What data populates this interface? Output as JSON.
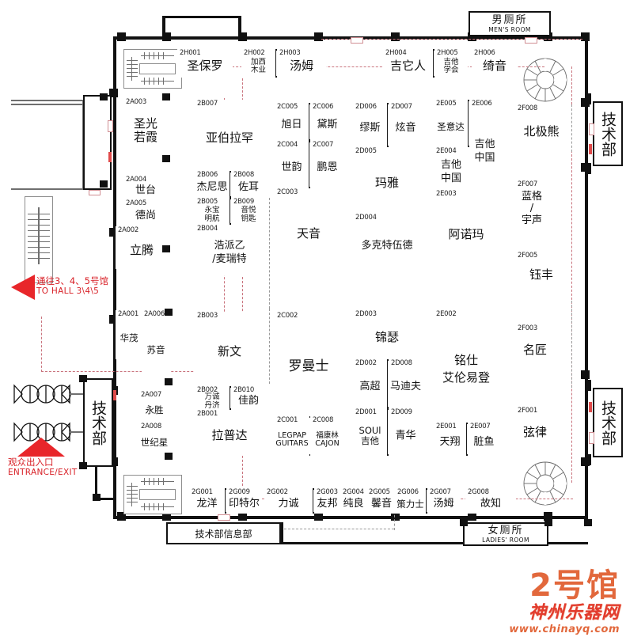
{
  "map": {
    "title": "2号馆",
    "watermark_brand": "神州乐器网",
    "watermark_url": "www.chinayq.com"
  },
  "rooms": {
    "mens_room": {
      "cn": "男厕所",
      "en": "MEN'S ROOM"
    },
    "ladies_room": {
      "cn": "女厕所",
      "en": "LADIES' ROOM"
    },
    "tech_dept_tr": "技术部",
    "tech_dept_br": "技术部",
    "tech_dept_left": "技术部",
    "tech_info_dept": "技术部信息部"
  },
  "labels": {
    "to_hall_cn": "通往3、4、5号馆",
    "to_hall_en": "TO HALL 3\\4\\5",
    "entrance_cn": "观众出入口",
    "entrance_en": "ENTRANCE/EXIT"
  },
  "booths": {
    "h": [
      {
        "code": "2H001",
        "name": "圣保罗"
      },
      {
        "code": "2H002",
        "name": "加西木业"
      },
      {
        "code": "2H003",
        "name": "汤姆"
      },
      {
        "code": "2H004",
        "name": "吉它人"
      },
      {
        "code": "2H005",
        "name": "吉他学会"
      },
      {
        "code": "2H006",
        "name": "绮音"
      }
    ],
    "a": [
      {
        "code": "2A003",
        "name": "圣光若霞"
      },
      {
        "code": "2A004",
        "name": "世台"
      },
      {
        "code": "2A005",
        "name": "德尚"
      },
      {
        "code": "2A002",
        "name": "立腾"
      },
      {
        "code": "2A001",
        "name": "华茂"
      },
      {
        "code": "2A006",
        "name": "苏音"
      },
      {
        "code": "2A007",
        "name": "永胜"
      },
      {
        "code": "2A008",
        "name": "世纪星"
      }
    ],
    "b": [
      {
        "code": "2B007",
        "name": "亚伯拉罕"
      },
      {
        "code": "2B006",
        "name": "杰尼思"
      },
      {
        "code": "2B008",
        "name": "佐耳"
      },
      {
        "code": "2B005",
        "name": "永宝明航"
      },
      {
        "code": "2B009",
        "name": "音悦钥匙"
      },
      {
        "code": "2B004",
        "name": "浩派乙/麦瑞特"
      },
      {
        "code": "2B003",
        "name": "新文"
      },
      {
        "code": "2B002",
        "name": "万诚丹济"
      },
      {
        "code": "2B010",
        "name": "佳韵"
      },
      {
        "code": "2B001",
        "name": "拉普达"
      }
    ],
    "c": [
      {
        "code": "2C005",
        "name": "旭日"
      },
      {
        "code": "2C006",
        "name": "黛斯"
      },
      {
        "code": "2C004",
        "name": "世韵"
      },
      {
        "code": "2C007",
        "name": "鹏恩"
      },
      {
        "code": "2C003",
        "name": "天音"
      },
      {
        "code": "2C002",
        "name": "罗曼士"
      },
      {
        "code": "2C001",
        "name": "LEGPAP GUITARS"
      },
      {
        "code": "2C008",
        "name": "福康林 CAJON"
      }
    ],
    "d": [
      {
        "code": "2D006",
        "name": "缪斯"
      },
      {
        "code": "2D007",
        "name": "炫音"
      },
      {
        "code": "2D005",
        "name": "玛雅"
      },
      {
        "code": "2D004",
        "name": "多克特伍德"
      },
      {
        "code": "2D003",
        "name": "锦瑟"
      },
      {
        "code": "2D002",
        "name": "高超"
      },
      {
        "code": "2D008",
        "name": "马迪夫"
      },
      {
        "code": "2D001",
        "name": "SOUl吉他"
      },
      {
        "code": "2D009",
        "name": "青华"
      }
    ],
    "e": [
      {
        "code": "2E005",
        "name": "圣意达"
      },
      {
        "code": "2E006",
        "name": "吉他中国"
      },
      {
        "code": "2E004",
        "name": "吉他中国"
      },
      {
        "code": "2E003",
        "name": "阿诺玛"
      },
      {
        "code": "2E002",
        "name": "铭仕艾伦易登"
      },
      {
        "code": "2E001",
        "name": "天翔"
      },
      {
        "code": "2E007",
        "name": "脏鱼"
      }
    ],
    "f": [
      {
        "code": "2F008",
        "name": "北极熊"
      },
      {
        "code": "2F007",
        "name": "蓝格/宇声"
      },
      {
        "code": "2F005",
        "name": "钰丰"
      },
      {
        "code": "2F003",
        "name": "名匠"
      },
      {
        "code": "2F001",
        "name": "弦律"
      }
    ],
    "g": [
      {
        "code": "2G001",
        "name": "龙洋"
      },
      {
        "code": "2G009",
        "name": "印特尔"
      },
      {
        "code": "2G002",
        "name": "力诚"
      },
      {
        "code": "2G003",
        "name": "友邦"
      },
      {
        "code": "2G004",
        "name": "纯良"
      },
      {
        "code": "2G005",
        "name": "馨音"
      },
      {
        "code": "2G006",
        "name": "策力士"
      },
      {
        "code": "2G007",
        "name": "汤姆"
      },
      {
        "code": "2G008",
        "name": "故知"
      }
    ]
  },
  "colors": {
    "wall": "#111111",
    "route": "#c9737d",
    "accent_red": "#d81f26",
    "logo_orange": "#e2683c"
  }
}
